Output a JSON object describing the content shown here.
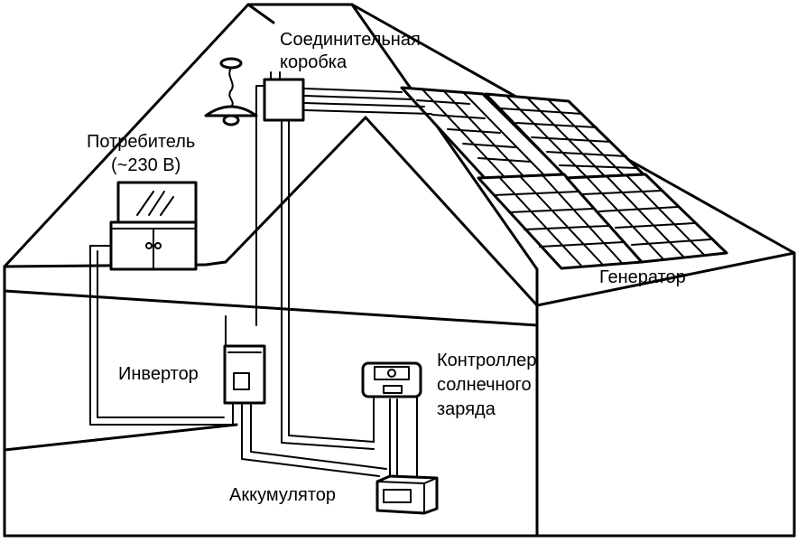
{
  "labels": {
    "junction_box_line1": "Соединительная",
    "junction_box_line2": "коробка",
    "consumer_line1": "Потребитель",
    "consumer_line2": "(~230 В)",
    "generator": "Генератор",
    "inverter": "Инвертор",
    "controller_line1": "Контроллер",
    "controller_line2": "солнечного",
    "controller_line3": "заряда",
    "battery": "Аккумулятор"
  }
}
